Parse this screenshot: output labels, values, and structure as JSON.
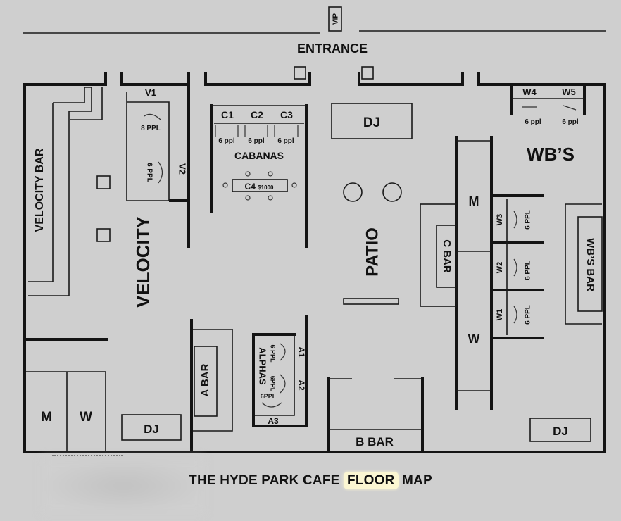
{
  "labels": {
    "vip": "VIP",
    "entrance": "ENTRANCE",
    "velocity_bar": "VELOCITY BAR",
    "velocity": "VELOCITY",
    "v1": "V1",
    "v2": "V2",
    "v1_capacity": "8 PPL",
    "v2_capacity": "6 PPL",
    "c1": "C1",
    "c2": "C2",
    "c3": "C3",
    "c1_capacity": "6 ppl",
    "c2_capacity": "6 ppl",
    "c3_capacity": "6 ppl",
    "cabanas": "CABANAS",
    "c4": "C4",
    "c4_price": "$1000",
    "dj_patio": "DJ",
    "patio": "PATIO",
    "m_center": "M",
    "w_center": "W",
    "c_bar": "C BAR",
    "w3": "W3",
    "w2": "W2",
    "w1": "W1",
    "w3_capacity": "6 PPL",
    "w2_capacity": "6 PPL",
    "w1_capacity": "6 PPL",
    "w4": "W4",
    "w5": "W5",
    "w4_capacity": "6 ppl",
    "w5_capacity": "6 ppl",
    "wbs": "WB’S",
    "wbs_bar": "WB’S BAR",
    "dj_wbs": "DJ",
    "a_bar": "A BAR",
    "alphas": "ALPHAS",
    "a1": "A1",
    "a2": "A2",
    "a3": "A3",
    "a1_capacity": "6 PPL",
    "a2_capacity": "6PPL",
    "a3_capacity": "6PPL",
    "b_bar": "B BAR",
    "m_left": "M",
    "w_left": "W",
    "dj_velocity": "DJ"
  },
  "caption": {
    "before": "THE HYDE PARK CAFE ",
    "highlight": "FLOOR",
    "after": " MAP"
  },
  "colors": {
    "background": "#cfcfcf",
    "walls": "#141414",
    "highlight": "#fbf6d2"
  }
}
